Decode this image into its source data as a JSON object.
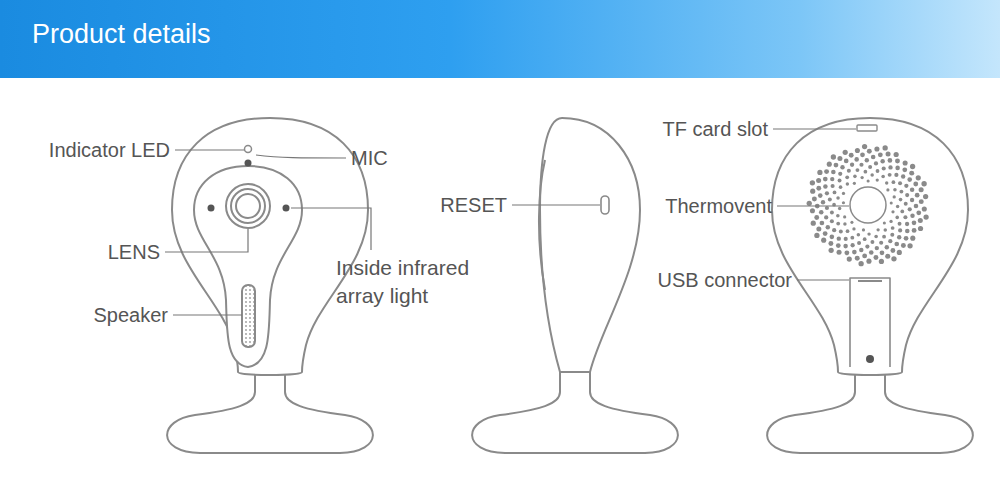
{
  "diagram": {
    "title": "Product details",
    "labels": [
      "Indicator LED",
      "MIC",
      "LENS",
      "Inside infrared array light",
      "Speaker",
      "RESET",
      "TF card slot",
      "Thermovent",
      "USB connector"
    ]
  }
}
